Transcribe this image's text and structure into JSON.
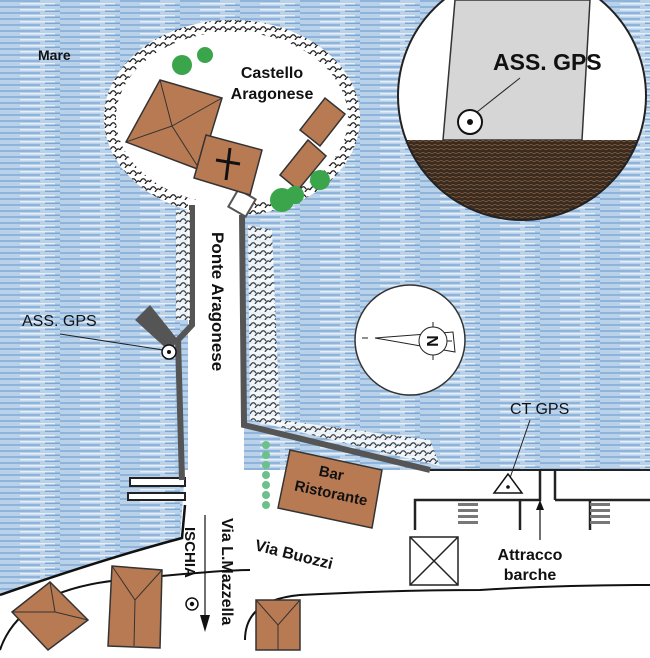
{
  "labels": {
    "sea": "Mare",
    "castle_line1": "Castello",
    "castle_line2": "Aragonese",
    "bridge": "Ponte Aragonese",
    "gps_benchmark": "ASS. GPS",
    "inset_gps": "ASS. GPS",
    "ct_gps": "CT GPS",
    "bar_line1": "Bar",
    "bar_line2": "Ristorante",
    "via_mazzella": "Via L.Mazzella",
    "ischia": "ISCHIA",
    "via_buozzi": "Via Buozzi",
    "attracco_line1": "Attracco",
    "attracco_line2": "barche",
    "compass_north": "N"
  },
  "colors": {
    "sea": "#a9c6e2",
    "building": "#b87a52",
    "road_edge": "#555555",
    "tree": "#3aa54a",
    "inset_gray": "#d6d6d6",
    "inset_ground": "#3b2a1e"
  }
}
